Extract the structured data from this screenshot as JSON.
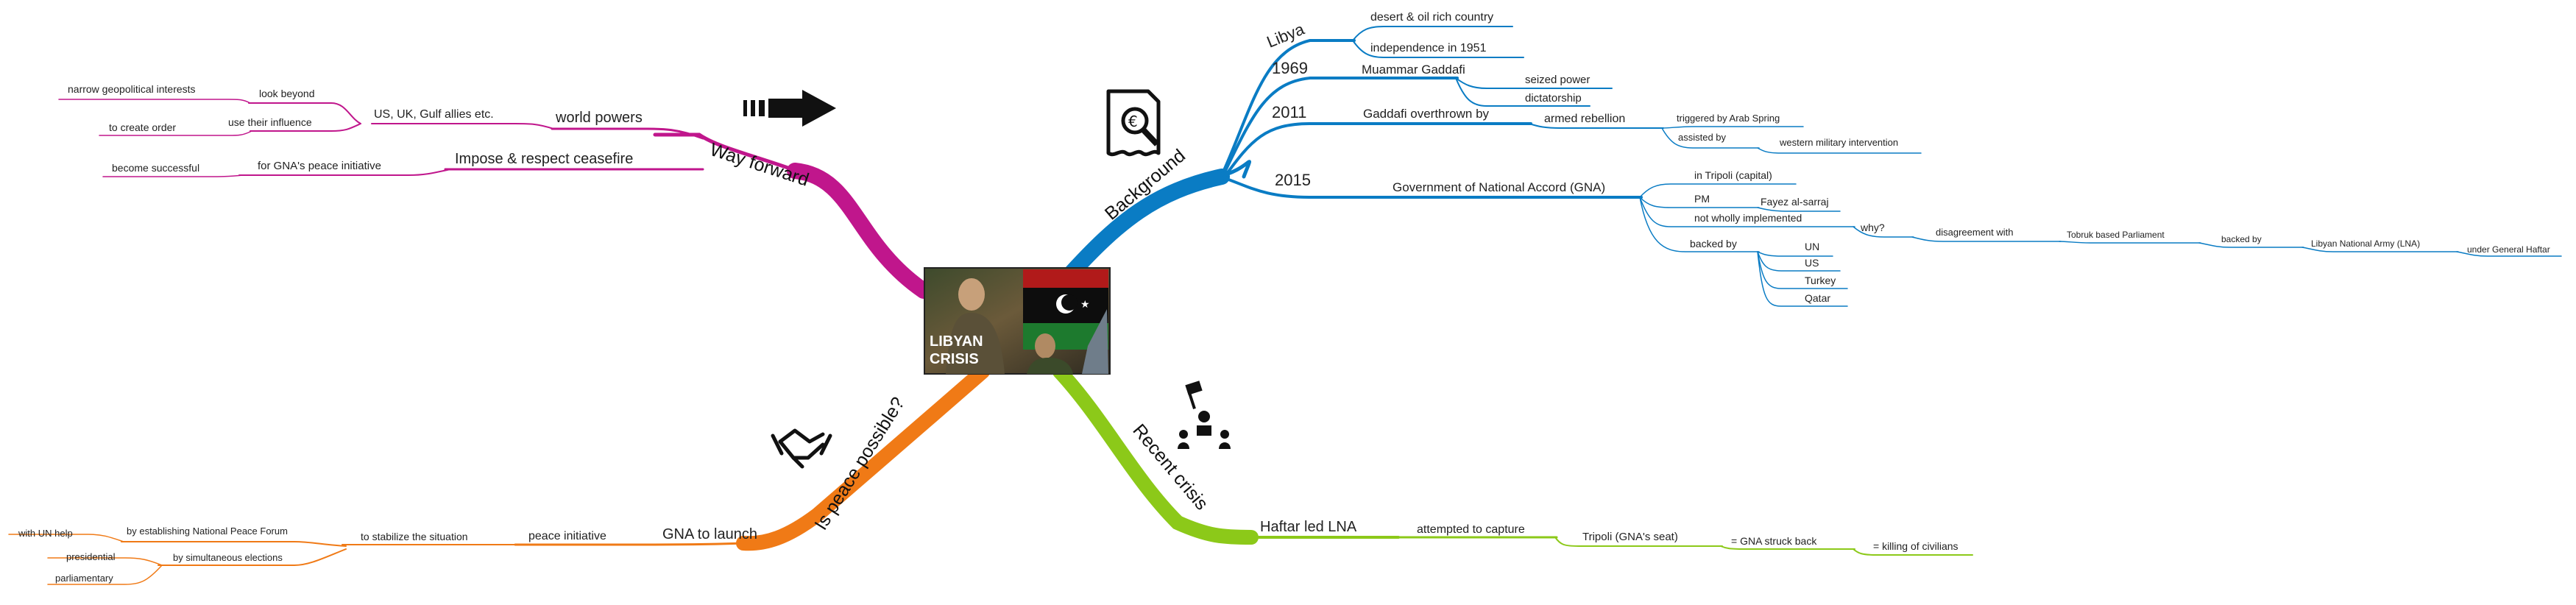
{
  "center": {
    "title_line1": "LIBYAN",
    "title_line2": "CRISIS"
  },
  "colors": {
    "background": "#0a7cc4",
    "way_forward": "#c0168c",
    "peace": "#f07a16",
    "recent": "#8cc919"
  },
  "icons": {
    "background": "document-magnifier-icon",
    "way_forward": "arrow-right-icon",
    "peace": "handshake-icon",
    "recent": "protest-icon"
  },
  "branches": {
    "background": {
      "label": "Background",
      "libya": {
        "label": "Libya",
        "items": [
          "desert & oil rich country",
          "independence in 1951"
        ]
      },
      "y1969": {
        "label": "1969",
        "person": "Muammar Gaddafi",
        "items": [
          "seized power",
          "dictatorship"
        ]
      },
      "y2011": {
        "label": "2011",
        "event": "Gaddafi overthrown by",
        "sub": "armed rebellion",
        "items": [
          "triggered by Arab Spring",
          "assisted by",
          "western military intervention"
        ]
      },
      "y2015": {
        "label": "2015",
        "gna": "Government of National Accord (GNA)",
        "tripoli": "in Tripoli (capital)",
        "pm": "PM",
        "pm_name": "Fayez al-sarraj",
        "not_impl": "not wholly implemented",
        "why": "why?",
        "disagreement": "disagreement with",
        "tobruk": "Tobruk based Parliament",
        "backed_by_2": "backed by",
        "lna": "Libyan National Army (LNA)",
        "haftar": "under General Haftar",
        "backed_by": "backed by",
        "backers": [
          "UN",
          "US",
          "Turkey",
          "Qatar"
        ]
      }
    },
    "way_forward": {
      "label": "Way forward",
      "world_powers": "world powers",
      "allies": "US, UK, Gulf allies etc.",
      "look_beyond": "look beyond",
      "narrow": "narrow geopolitical interests",
      "use_influence": "use their influence",
      "create_order": "to create order",
      "ceasefire": "Impose & respect ceasefire",
      "for_gna": "for GNA's peace initiative",
      "successful": "become successful"
    },
    "peace": {
      "label": "Is peace possible?",
      "gna_launch": "GNA to launch",
      "initiative": "peace initiative",
      "stabilize": "to stabilize the situation",
      "forum": "by establishing National Peace Forum",
      "un_help": "with UN help",
      "elections": "by simultaneous elections",
      "presidential": "presidential",
      "parliamentary": "parliamentary"
    },
    "recent": {
      "label": "Recent crisis",
      "haftar_lna": "Haftar led LNA",
      "attempted": "attempted to capture",
      "tripoli": "Tripoli (GNA's seat)",
      "struck": "= GNA struck back",
      "killing": "= killing of civilians"
    }
  }
}
